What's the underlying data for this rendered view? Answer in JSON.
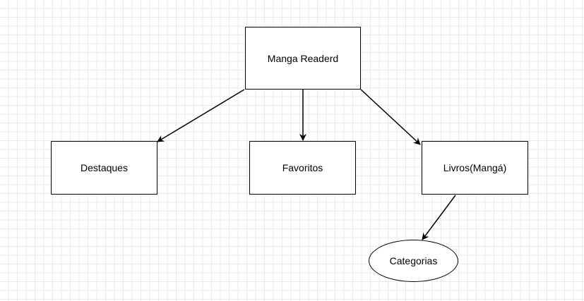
{
  "diagram": {
    "nodes": {
      "root": {
        "label": "Manga Readerd",
        "shape": "rectangle"
      },
      "destaques": {
        "label": "Destaques",
        "shape": "rectangle"
      },
      "favoritos": {
        "label": "Favoritos",
        "shape": "rectangle"
      },
      "livros": {
        "label": "Livros(Mangá)",
        "shape": "rectangle"
      },
      "categorias": {
        "label": "Categorias",
        "shape": "ellipse"
      }
    },
    "edges": [
      {
        "from": "root",
        "to": "destaques"
      },
      {
        "from": "root",
        "to": "favoritos"
      },
      {
        "from": "root",
        "to": "livros"
      },
      {
        "from": "livros",
        "to": "categorias"
      }
    ],
    "colors": {
      "stroke": "#000000",
      "fill": "#ffffff",
      "grid": "#ebebeb"
    }
  }
}
